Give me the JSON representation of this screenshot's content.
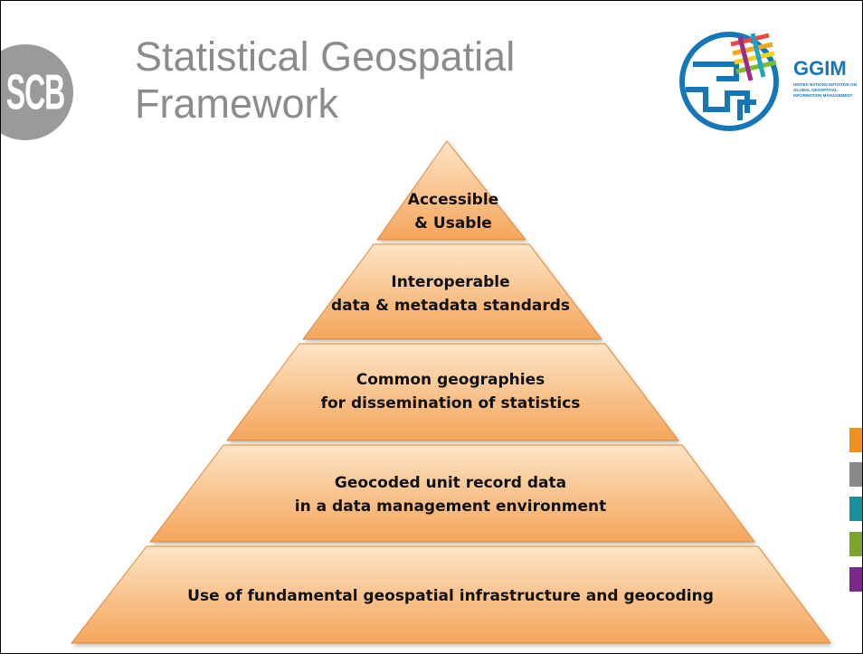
{
  "slide": {
    "title_line1": "Statistical Geospatial",
    "title_line2": "Framework"
  },
  "logos": {
    "scb": {
      "text": "SCB",
      "color": "#9a9a9a"
    },
    "ggim": {
      "word": "GGIM",
      "sub_line1": "UNITED NATIONS INITIATIVE ON",
      "sub_line2": "GLOBAL GEOSPATIAL",
      "sub_line3": "INFORMATION MANAGEMENT",
      "color": "#1677b8"
    }
  },
  "pyramid": {
    "fill_light": "#fde4c6",
    "fill_dark": "#f5a55a",
    "tiers": [
      {
        "line1": "Accessible",
        "line2": "& Usable"
      },
      {
        "line1": "Interoperable",
        "line2": "data & metadata standards"
      },
      {
        "line1": "Common geographies",
        "line2": "for dissemination of statistics"
      },
      {
        "line1": "Geocoded unit record data",
        "line2": "in a data management environment"
      },
      {
        "line1": "Use of fundamental geospatial infrastructure and geocoding",
        "line2": ""
      }
    ]
  },
  "legend_colors": [
    "#f0901e",
    "#8a8a8a",
    "#1a8f9e",
    "#7da52d",
    "#7b2a8c"
  ]
}
